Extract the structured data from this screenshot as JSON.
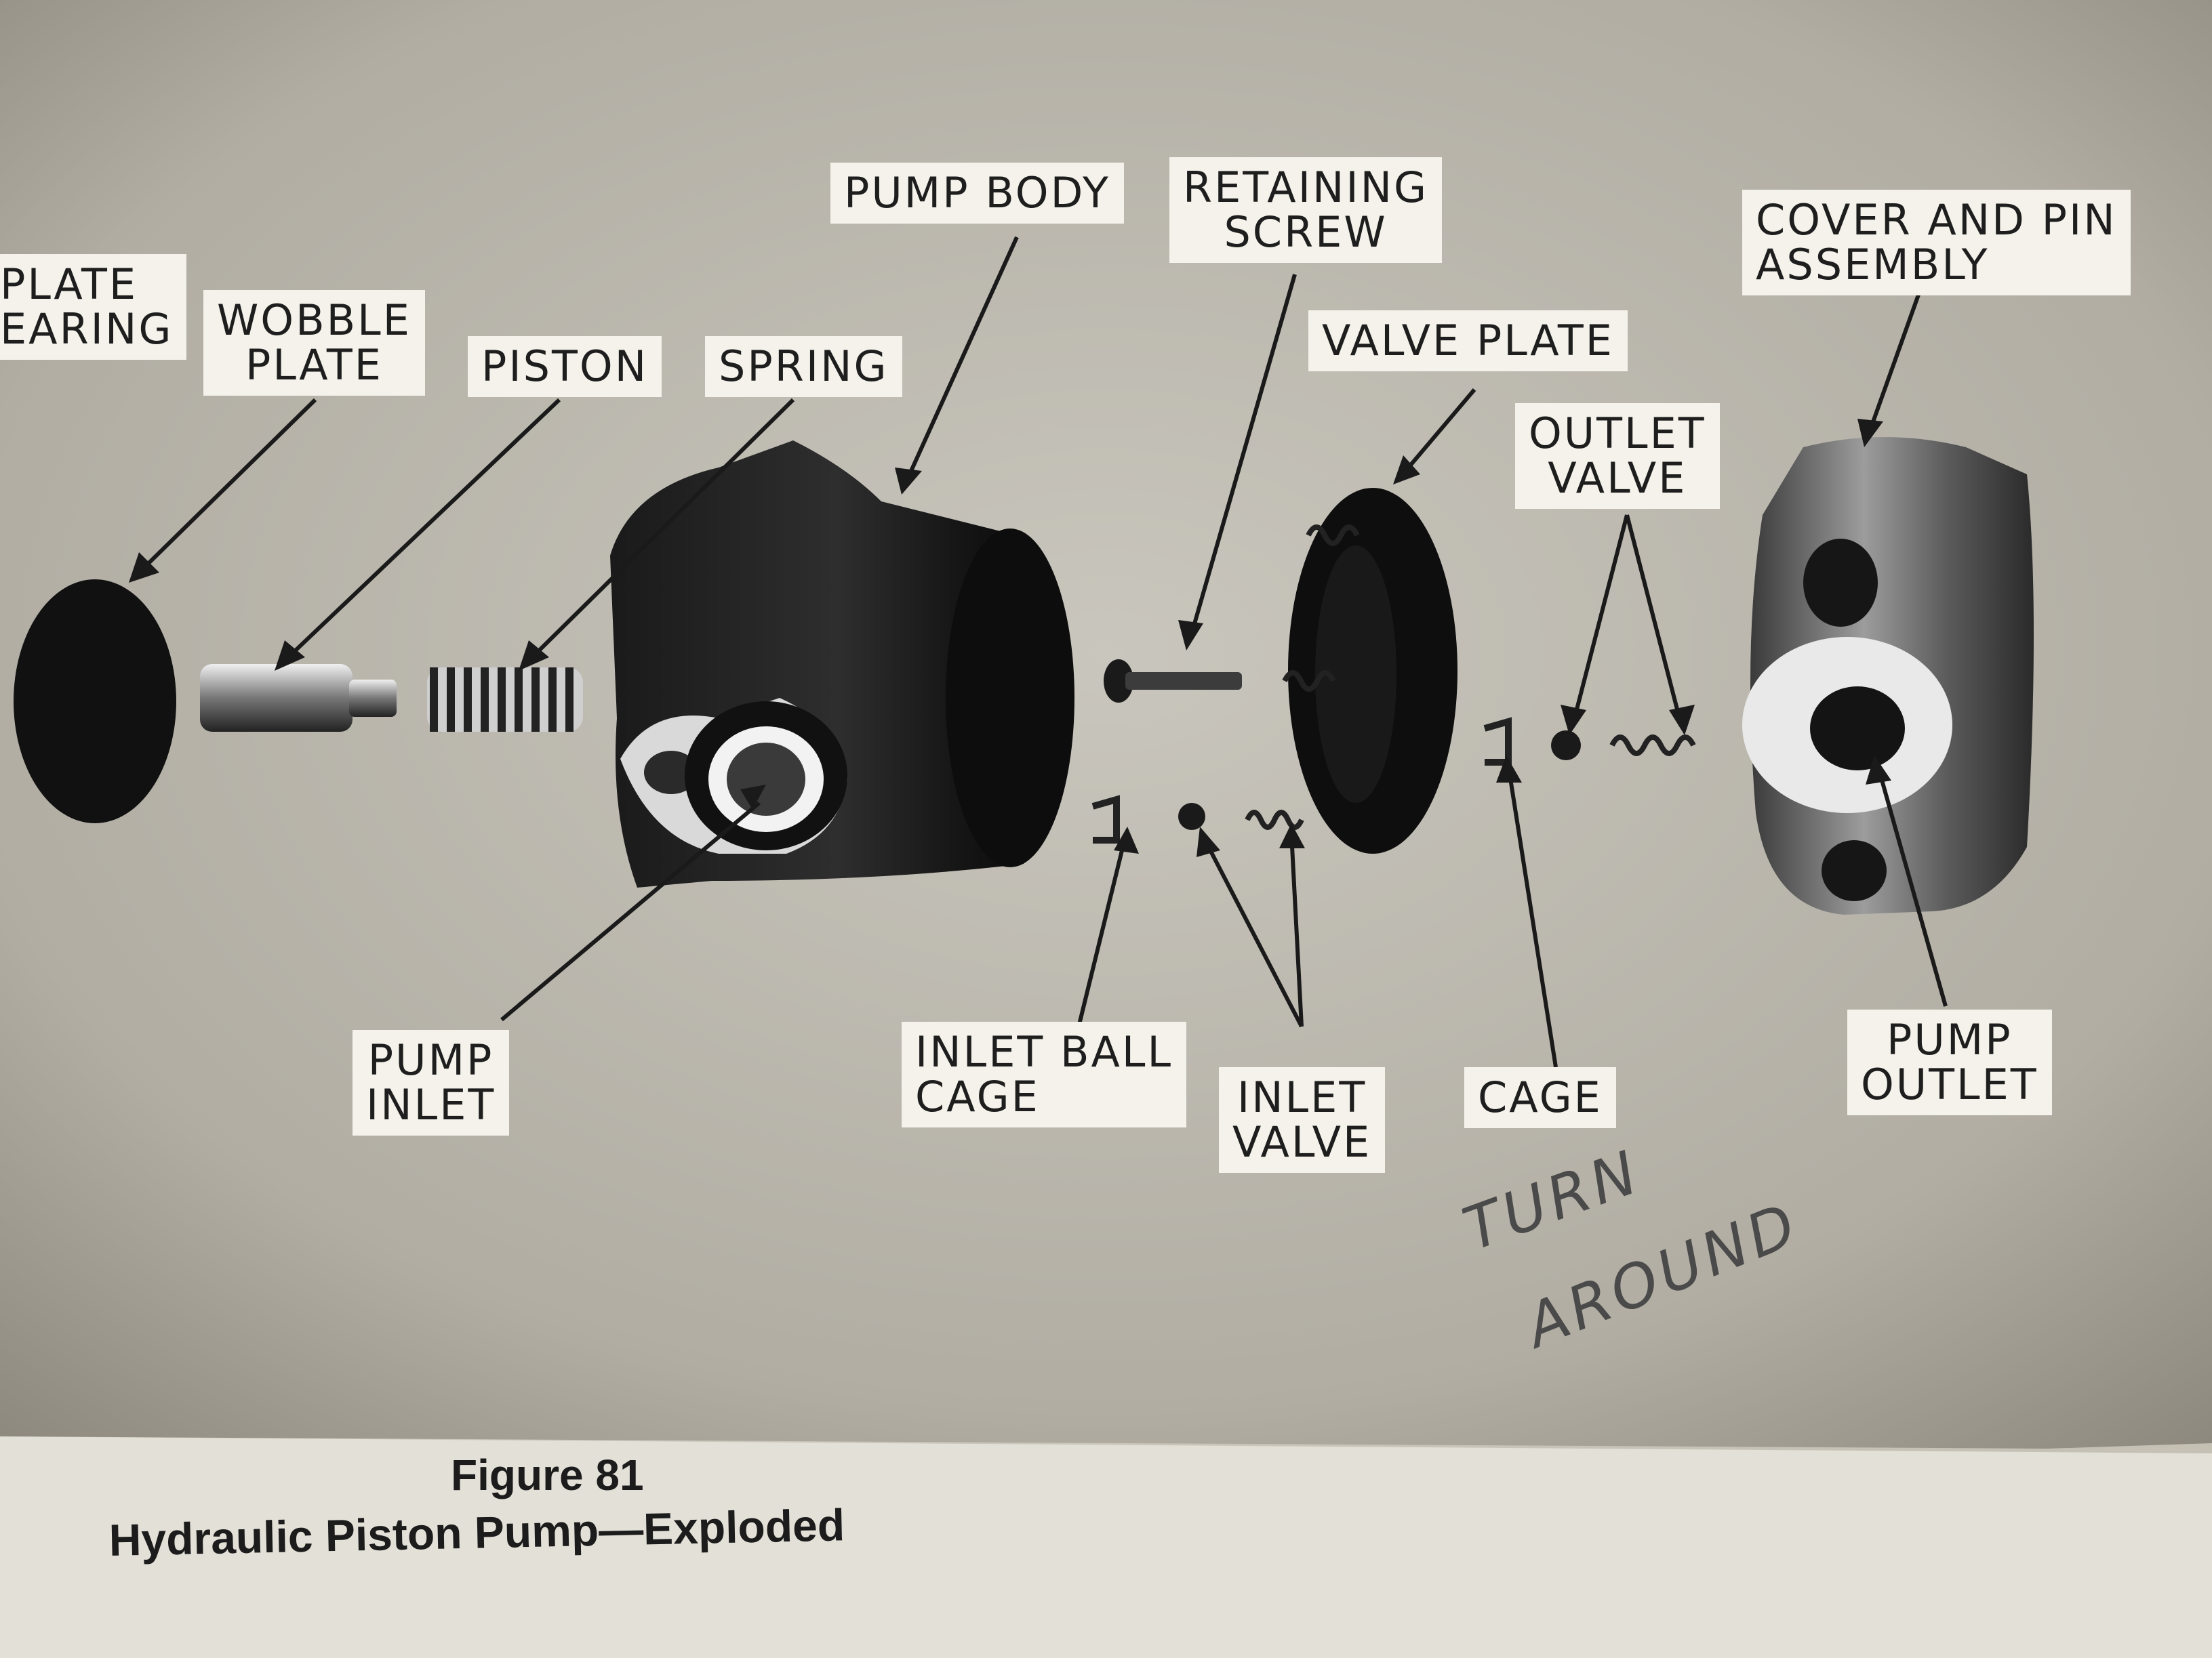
{
  "labels": {
    "plate_bearing": "PLATE\nEARING",
    "wobble_plate": "WOBBLE\nPLATE",
    "piston": "PISTON",
    "spring": "SPRING",
    "pump_body": "PUMP BODY",
    "retaining_screw": "RETAINING\nSCREW",
    "valve_plate": "VALVE PLATE",
    "cover_and_pin_assembly": "COVER AND PIN\nASSEMBLY",
    "outlet_valve": "OUTLET\nVALVE",
    "pump_inlet": "PUMP\nINLET",
    "inlet_ball_cage": "INLET BALL\nCAGE",
    "inlet_valve": "INLET\nVALVE",
    "cage": "CAGE",
    "pump_outlet": "PUMP\nOUTLET"
  },
  "caption": {
    "figure_number": "Figure 81",
    "title": "Hydraulic Piston Pump—Exploded"
  },
  "handwritten_note": [
    "TURN",
    "AROUND"
  ],
  "colors": {
    "paper": "#e6e3da",
    "photo_background": "#bdbab1",
    "part_dark": "#141414",
    "label_background": "#f4f2ea"
  }
}
